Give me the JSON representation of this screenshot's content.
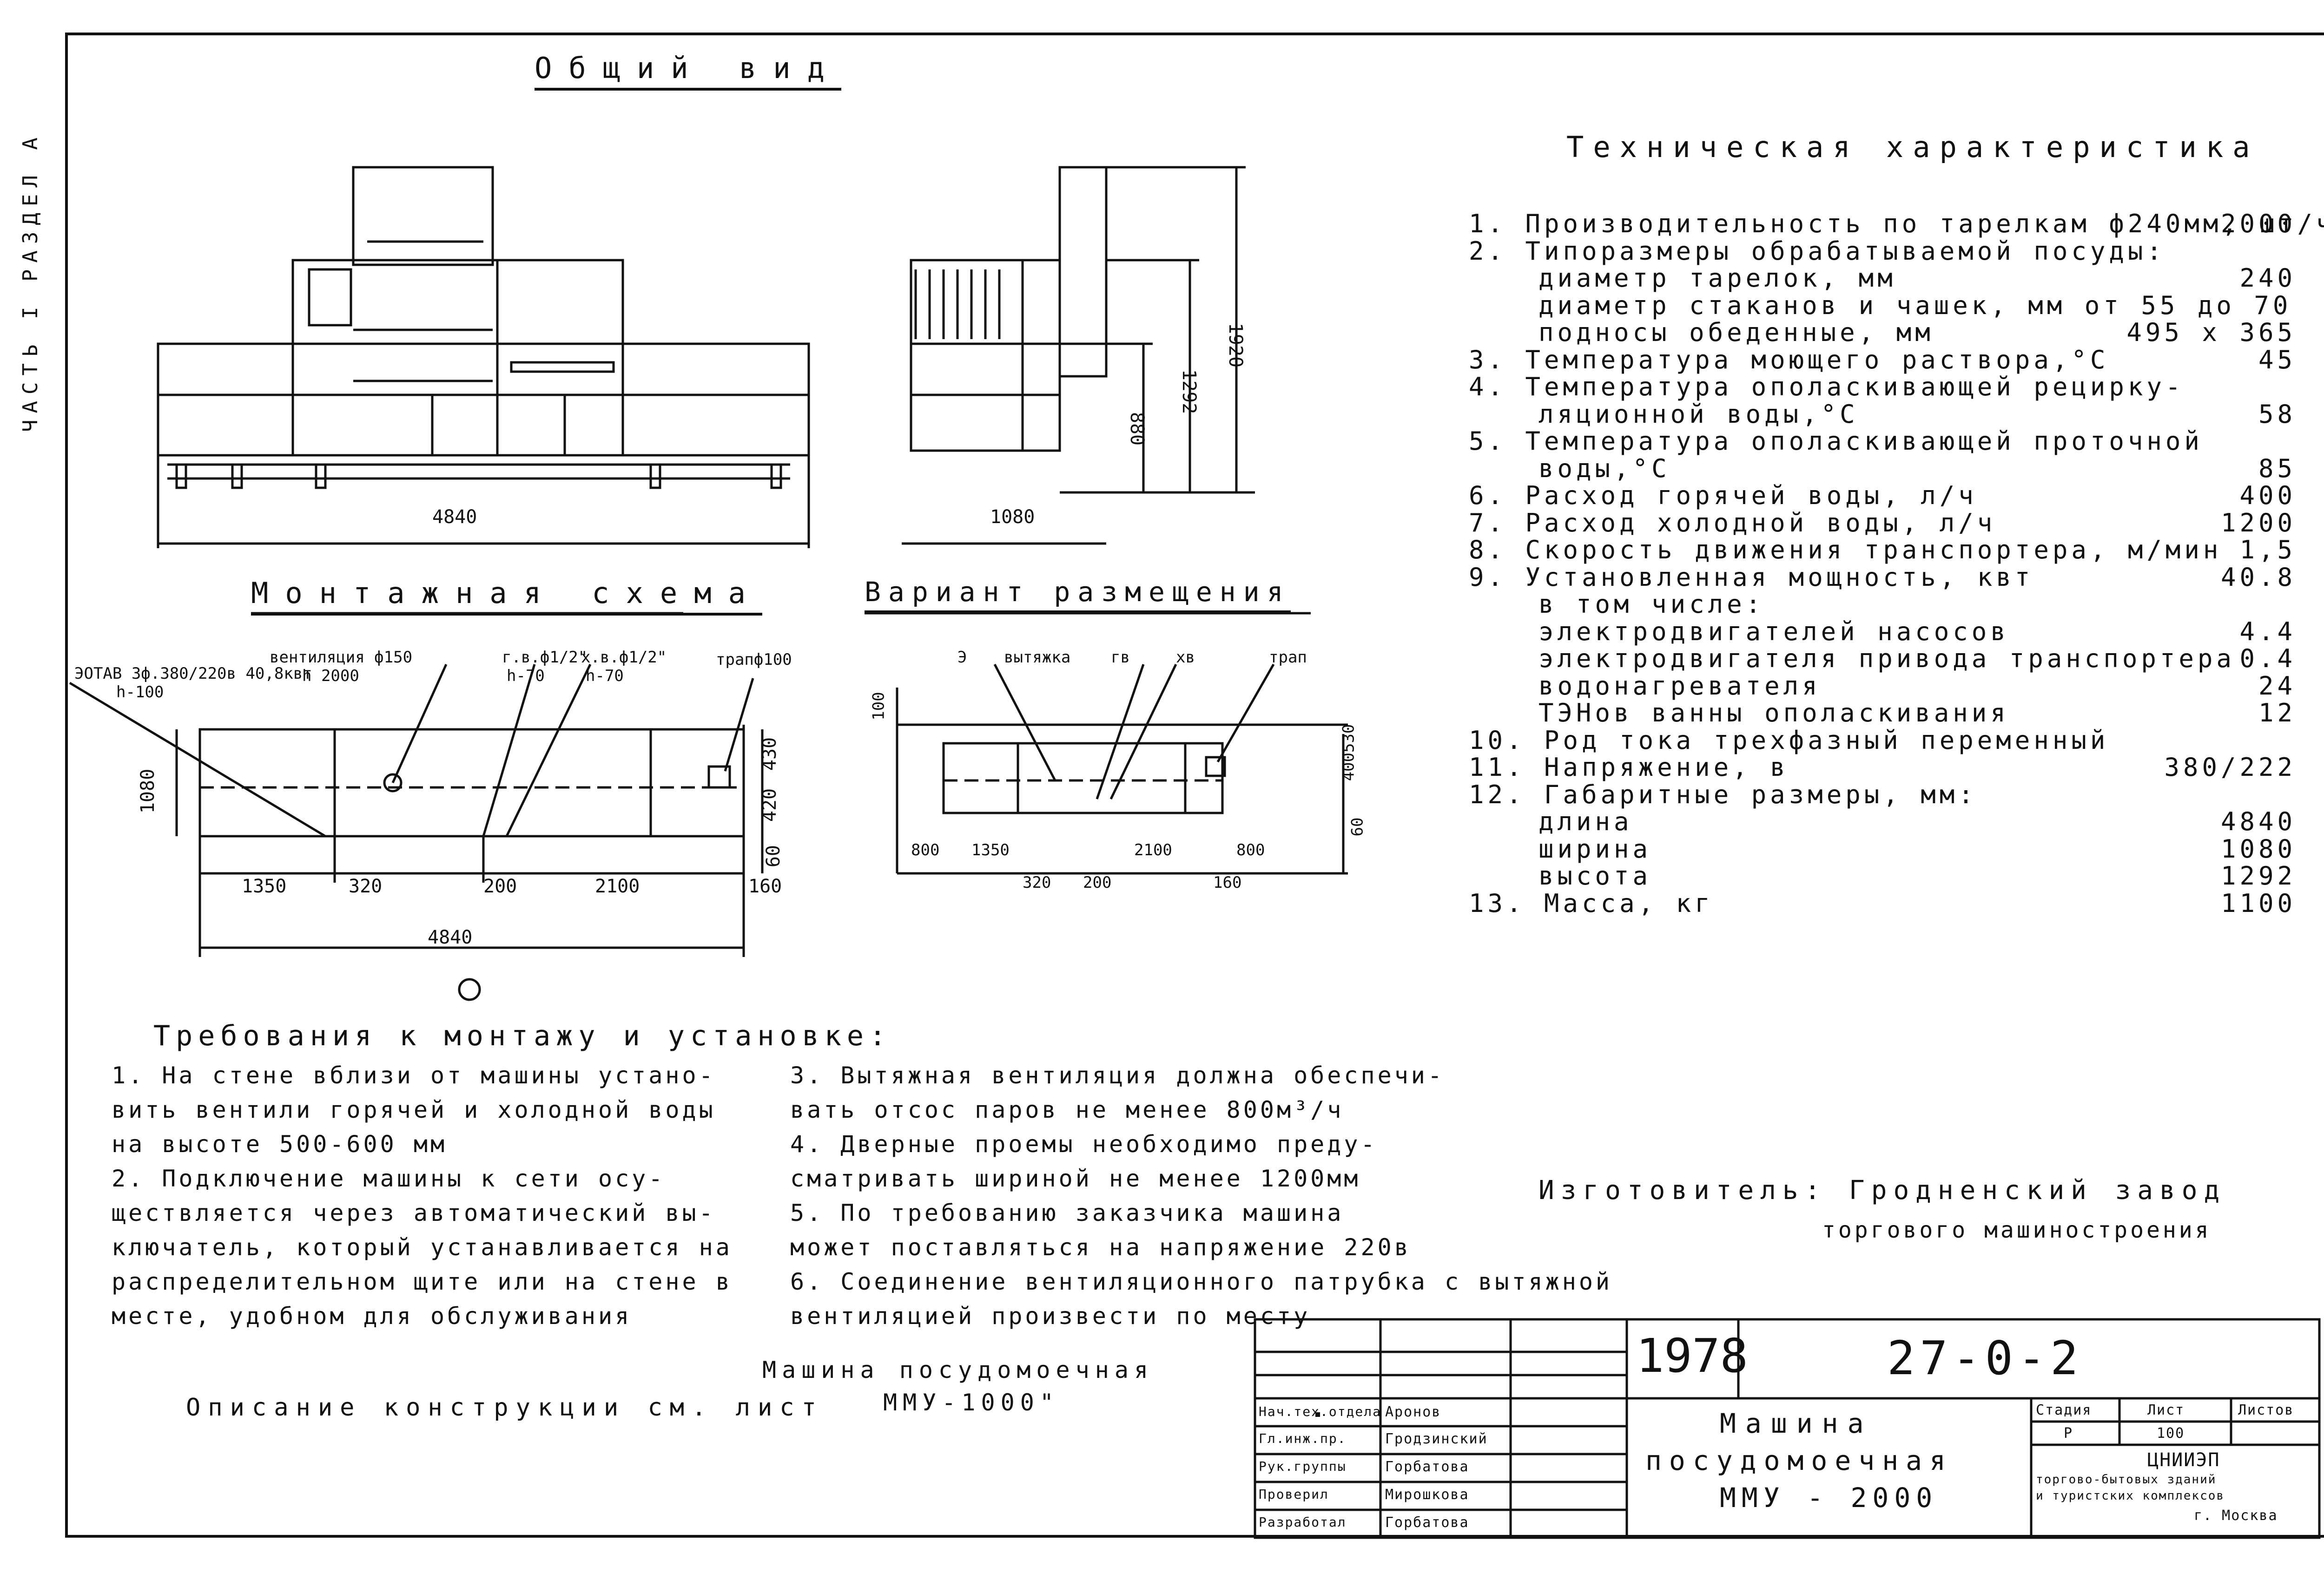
{
  "side_label": "ЧАСТЬ I   РАЗДЕЛ А",
  "titles": {
    "general_view": "Общий вид",
    "mount_scheme": "Монтажная схема",
    "placement": "Вариант размещения",
    "tech_spec": "Техническая характеристика",
    "requirements": "Требования к монтажу и установке:"
  },
  "general_view_dims": {
    "length": "4840",
    "width": "1080",
    "h1": "880",
    "h2": "1292",
    "h3": "1920"
  },
  "mount_scheme": {
    "label_avt": "ЭОТАВ 3ф.380/220в 40,8квт",
    "label_avt_h": "h-100",
    "label_vent": "вентиляция ф150",
    "label_vent_h": "h 2000",
    "label_gv": "г.в.ф1/2\"",
    "label_gv_h": "h-70",
    "label_hv": "х.в.ф1/2\"",
    "label_hv_h": "h-70",
    "label_trap": "трапф100",
    "dim_1080": "1080",
    "dim_430": "430",
    "dim_420": "420",
    "dim_60": "60",
    "dim_1350": "1350",
    "dim_320": "320",
    "dim_200": "200",
    "dim_2100": "2100",
    "dim_160": "160",
    "dim_total": "4840"
  },
  "placement": {
    "label_e": "Э",
    "label_exhaust": "вытяжка",
    "label_gv": "гв",
    "label_hv": "хв",
    "label_trap": "трап",
    "dim_100": "100",
    "dim_530": "400530",
    "dim_60": "60",
    "dim_800a": "800",
    "dim_1350": "1350",
    "dim_2100": "2100",
    "dim_800b": "800",
    "dim_320": "320",
    "dim_200": "200",
    "dim_160": "160"
  },
  "tech_spec": [
    {
      "label": "1. Производительность по тарелкам ф240мм, шт/ч",
      "value": "2000"
    },
    {
      "label": "2. Типоразмеры обрабатываемой посуды:",
      "value": ""
    },
    {
      "label": "диаметр тарелок, мм",
      "value": "240",
      "indent": true
    },
    {
      "label": "диаметр стаканов и чашек, мм   от 55 до 70",
      "value": "",
      "indent": true
    },
    {
      "label": "подносы обеденные, мм",
      "value": "495 х 365",
      "indent": true
    },
    {
      "label": "3. Температура моющего раствора,°С",
      "value": "45"
    },
    {
      "label": "4. Температура ополаскивающей рецирку-",
      "value": ""
    },
    {
      "label": "ляционной воды,°С",
      "value": "58",
      "indent": true
    },
    {
      "label": "5. Температура ополаскивающей проточной",
      "value": ""
    },
    {
      "label": "воды,°С",
      "value": "85",
      "indent": true
    },
    {
      "label": "6. Расход горячей воды, л/ч",
      "value": "400"
    },
    {
      "label": "7. Расход холодной воды, л/ч",
      "value": "1200"
    },
    {
      "label": "8. Скорость движения транспортера, м/мин",
      "value": "1,5"
    },
    {
      "label": "9. Установленная мощность, квт",
      "value": "40.8"
    },
    {
      "label": "в том числе:",
      "value": "",
      "indent": true
    },
    {
      "label": "электродвигателей насосов",
      "value": "4.4",
      "indent": true
    },
    {
      "label": "электродвигателя привода транспортера",
      "value": "0.4",
      "indent": true
    },
    {
      "label": "водонагревателя",
      "value": "24",
      "indent": true
    },
    {
      "label": "ТЭНов ванны ополаскивания",
      "value": "12",
      "indent": true
    },
    {
      "label": "10. Род тока          трехфазный переменный",
      "value": ""
    },
    {
      "label": "11. Напряжение, в",
      "value": "380/222"
    },
    {
      "label": "12. Габаритные размеры, мм:",
      "value": ""
    },
    {
      "label": "длина",
      "value": "4840",
      "indent": true
    },
    {
      "label": "ширина",
      "value": "1080",
      "indent": true
    },
    {
      "label": "высота",
      "value": "1292",
      "indent": true
    },
    {
      "label": "13. Масса, кг",
      "value": "1100"
    }
  ],
  "manufacturer": {
    "line1": "Изготовитель: Гродненский завод",
    "line2": "торгового машиностроения"
  },
  "requirements_left": [
    "1. На стене вблизи от машины устано-",
    "вить вентили горячей и холодной воды",
    "на высоте 500-600 мм",
    "2. Подключение машины к сети осу-",
    "ществляется через автоматический вы-",
    "ключатель, который устанавливается на",
    "распределительном щите или на стене в",
    "месте, удобном для обслуживания"
  ],
  "requirements_right": [
    "3. Вытяжная вентиляция должна обеспечи-",
    "вать отсос паров не менее 800м³/ч",
    "4. Дверные проемы необходимо преду-",
    "сматривать шириной не менее 1200мм",
    "5. По требованию заказчика машина",
    "может поставляться на напряжение 220в",
    "6. Соединение вентиляционного патрубка с вытяжной",
    "вентиляцией произвести по месту"
  ],
  "description_note": "Описание конструкции см. лист",
  "machine_note_1": "Машина посудомоечная",
  "machine_note_2": "ММУ-1000\"",
  "title_block": {
    "year": "1978",
    "code": "27-0-2",
    "name_1": "Машина",
    "name_2": "посудомоечная",
    "name_3": "ММУ - 2000",
    "stage_h": "Стадия",
    "sheet_h": "Лист",
    "sheets_h": "Листов",
    "stage": "Р",
    "sheet": "100",
    "org_1": "ЦНИИЭП",
    "org_2": "торгово-бытовых зданий",
    "org_3": "и туристских комплексов",
    "org_4": "г. Москва",
    "roles": [
      {
        "role": "Нач.тех.отдела",
        "name": "Аронов"
      },
      {
        "role": "Гл.инж.пр.",
        "name": "Гродзинский"
      },
      {
        "role": "Рук.группы",
        "name": "Горбатова"
      },
      {
        "role": "Проверил",
        "name": "Мирошкова"
      },
      {
        "role": "Разработал",
        "name": "Горбатова"
      }
    ]
  }
}
